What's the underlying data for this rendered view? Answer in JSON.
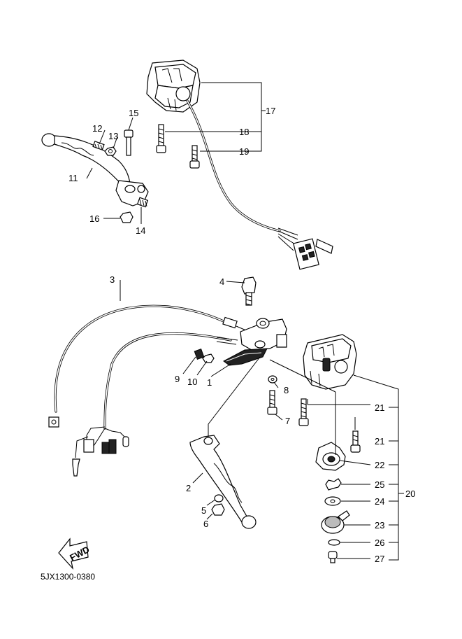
{
  "diagram": {
    "code": "5JX1300-0380",
    "fwd_label": "FWD",
    "callouts": [
      "1",
      "2",
      "3",
      "4",
      "5",
      "6",
      "7",
      "8",
      "9",
      "10",
      "11",
      "12",
      "13",
      "14",
      "15",
      "16",
      "17",
      "18",
      "19",
      "20",
      "21",
      "21",
      "22",
      "23",
      "24",
      "25",
      "26",
      "27"
    ]
  }
}
